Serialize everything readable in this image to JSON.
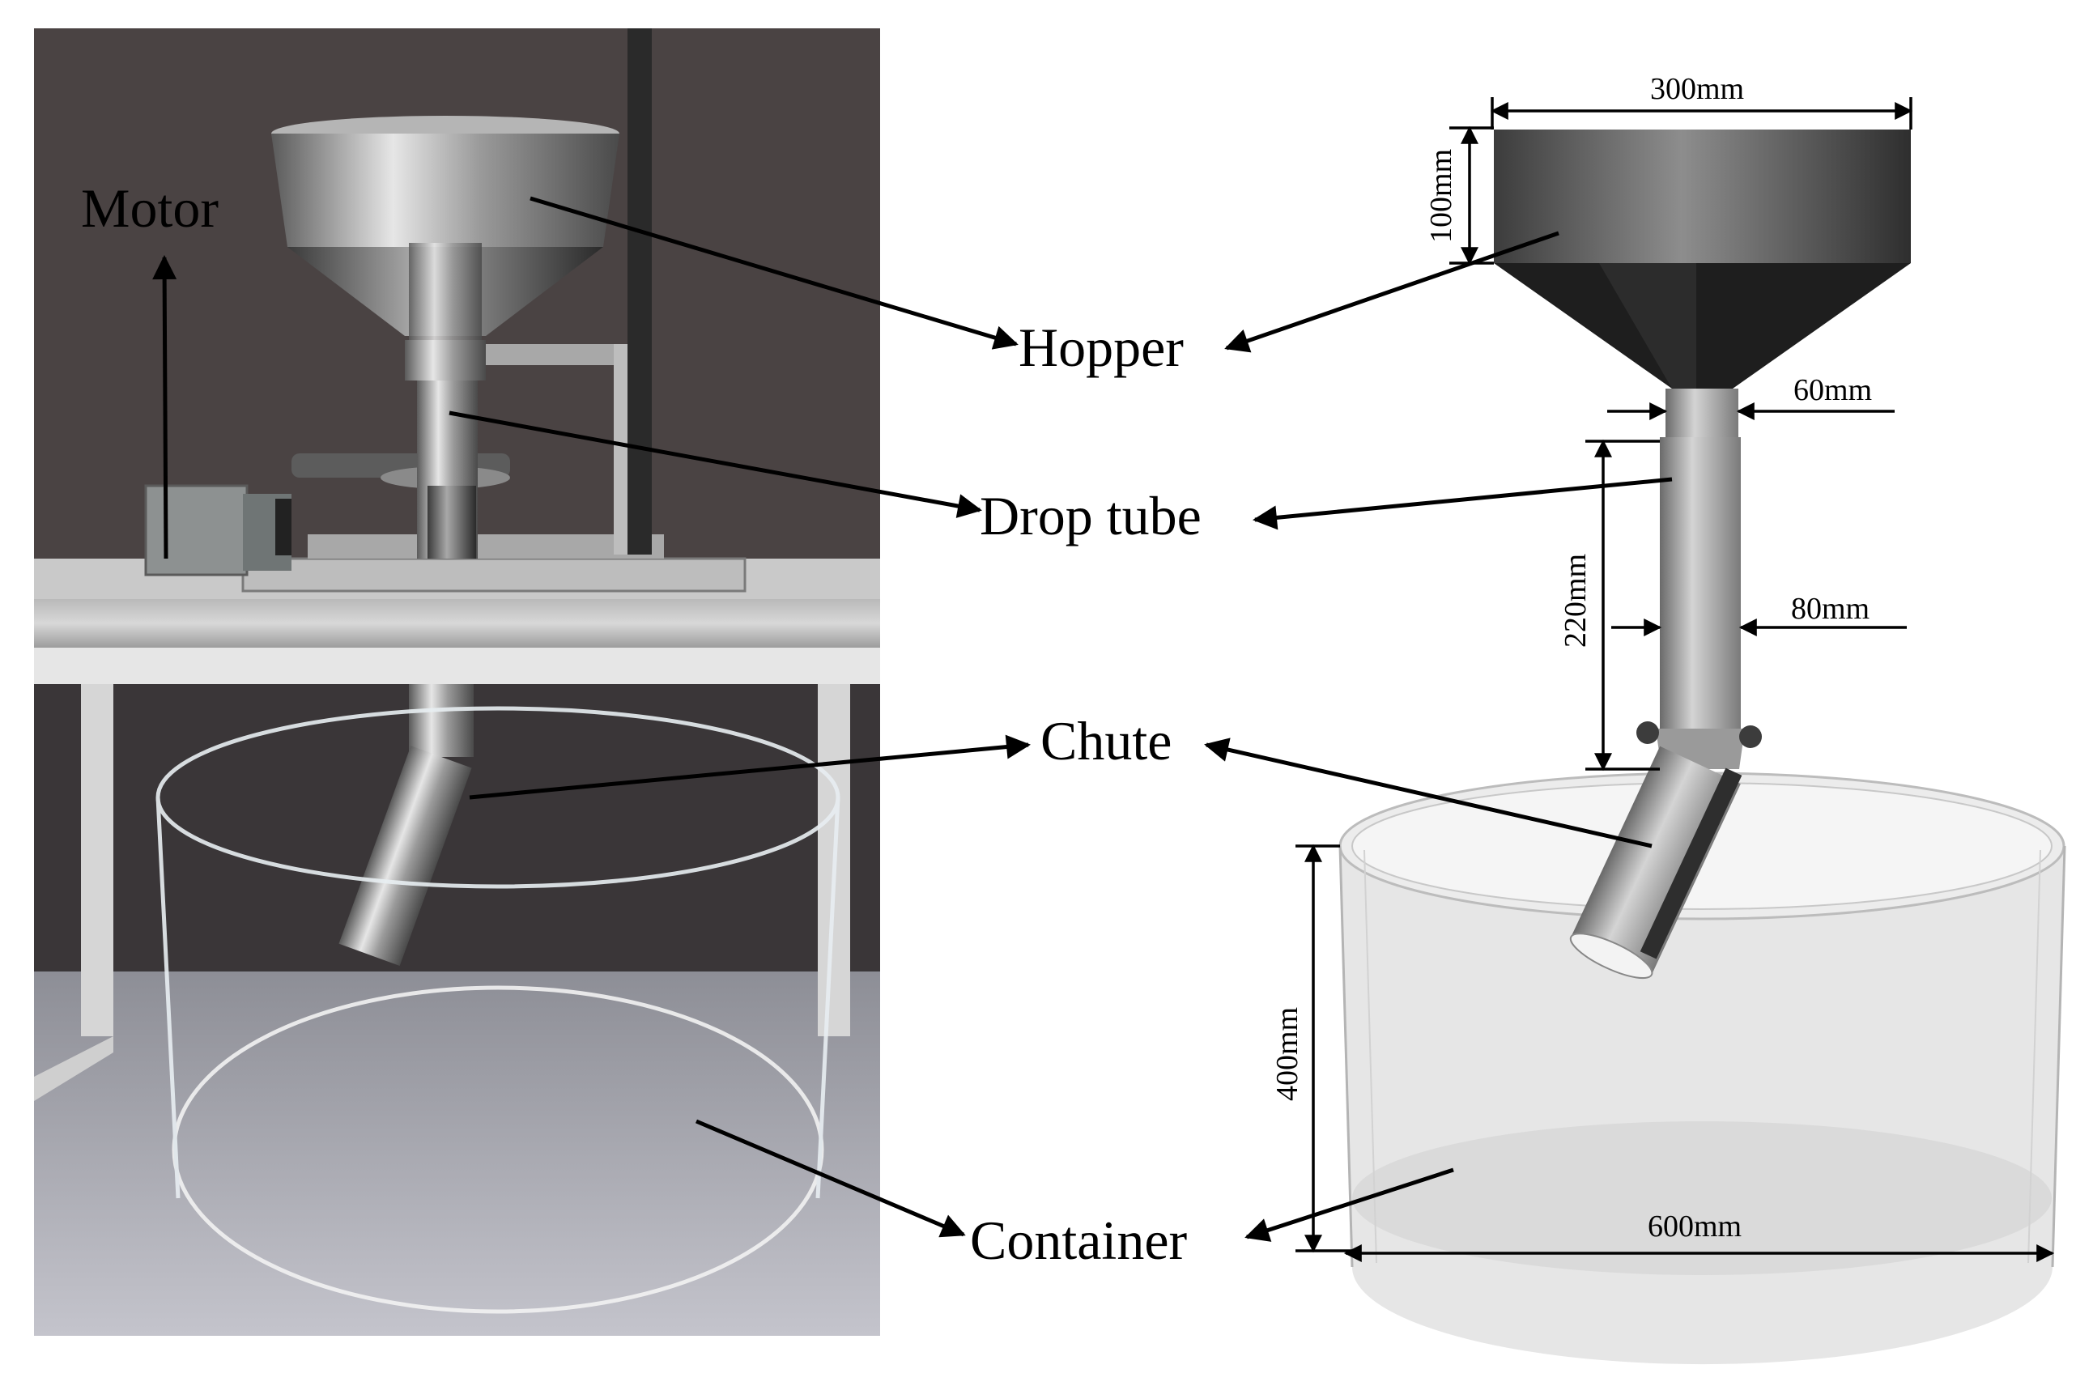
{
  "labels": {
    "motor": "Motor",
    "hopper": "Hopper",
    "drop_tube": "Drop tube",
    "chute": "Chute",
    "container": "Container"
  },
  "dimensions": {
    "hopper_width": "300mm",
    "hopper_height": "100mm",
    "tube_top_diameter": "60mm",
    "tube_length": "220mm",
    "tube_diameter": "80mm",
    "container_height": "400mm",
    "container_diameter": "600mm"
  }
}
